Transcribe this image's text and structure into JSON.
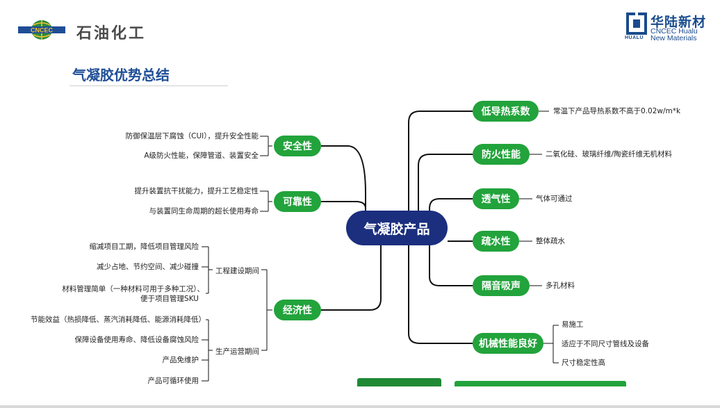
{
  "header": {
    "left_logo_badge": "CNCEC",
    "left_logo_text": "石油化工",
    "right_logo_cn": "华陆新材",
    "right_logo_en_line1": "CNCEC Hualu",
    "right_logo_en_line2": "New Materials",
    "right_logo_tag": "HUALU"
  },
  "title": "气凝胶优势总结",
  "center": "气凝胶产品",
  "left_branches": [
    {
      "label": "安全性",
      "items": [
        "防御保温层下腐蚀（CUI），提升安全性能",
        "A级防火性能，保障管道、装置安全"
      ]
    },
    {
      "label": "可靠性",
      "items": [
        "提升装置抗干扰能力，提升工艺稳定性",
        "与装置同生命周期的超长使用寿命"
      ]
    },
    {
      "label": "经济性",
      "groups": [
        {
          "label": "工程建设期间",
          "items": [
            "缩减项目工期，降低项目管理风险",
            "减少占地、节约空间、减少碰撞",
            "材料管理简单（一种材料可用于多种工况）、",
            "便于项目管理SKU"
          ]
        },
        {
          "label": "生产运营期间",
          "items": [
            "节能效益（热损降低、蒸汽消耗降低、能源消耗降低）",
            "保障设备使用寿命、降低设备腐蚀风险",
            "产品免维护",
            "产品可循环使用"
          ]
        }
      ]
    }
  ],
  "right_branches": [
    {
      "label": "低导热系数",
      "items": [
        "常温下产品导热系数不高于0.02w/m*k"
      ]
    },
    {
      "label": "防火性能",
      "items": [
        "二氧化硅、玻璃纤维/陶瓷纤维无机材料"
      ]
    },
    {
      "label": "透气性",
      "items": [
        "气体可通过"
      ]
    },
    {
      "label": "疏水性",
      "items": [
        "整体疏水"
      ]
    },
    {
      "label": "隔音吸声",
      "items": [
        "多孔材料"
      ]
    },
    {
      "label": "机械性能良好",
      "items": [
        "易施工",
        "适应于不同尺寸管线及设备",
        "尺寸稳定性高"
      ]
    }
  ],
  "colors": {
    "center_fill": "#1b2f7e",
    "node_fill": "#22a33b",
    "title_color": "#1f4e96",
    "connector": "#111111"
  }
}
